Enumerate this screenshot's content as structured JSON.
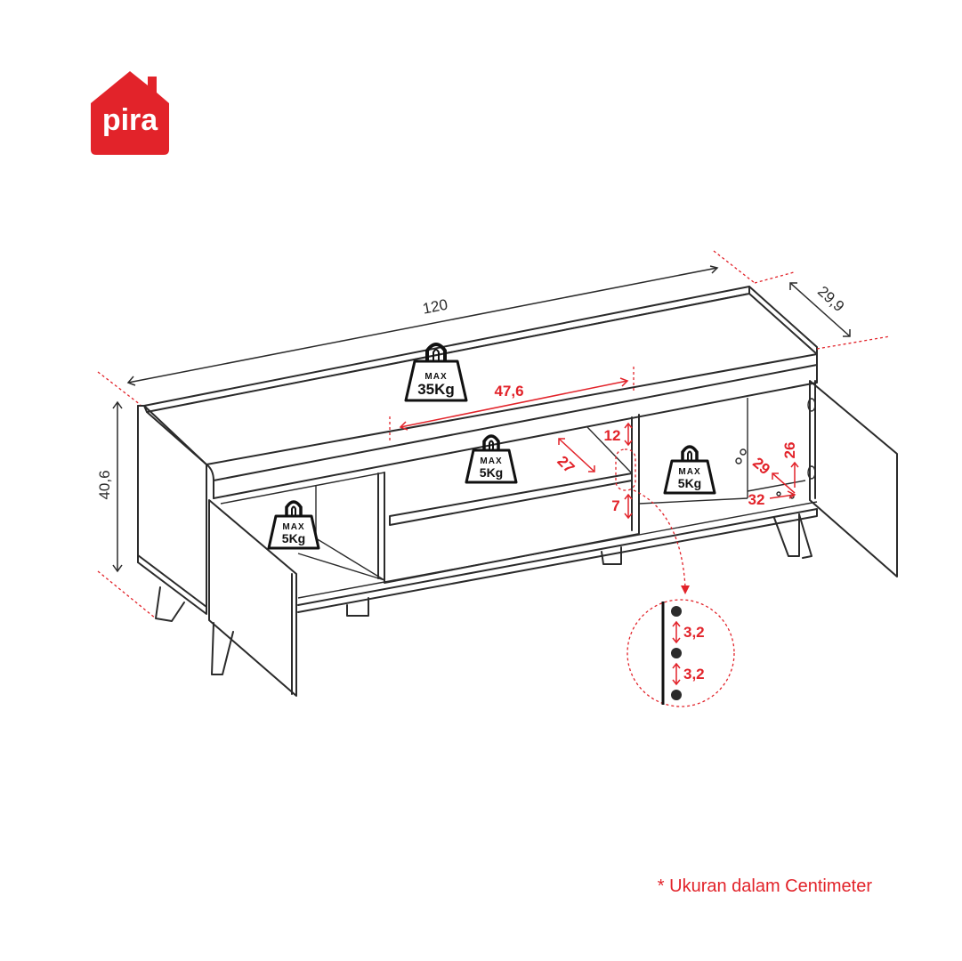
{
  "brand": {
    "name": "pira",
    "color": "#e2232a"
  },
  "dimensions": {
    "width": "120",
    "depth": "29,9",
    "height": "40,6",
    "inner_width": "47,6",
    "shelf_depth": "27",
    "top_gap": "12",
    "bottom_gap": "7",
    "cabinet_height": "26",
    "cabinet_depth": "29",
    "cabinet_width": "32",
    "hole_spacing_1": "3,2",
    "hole_spacing_2": "3,2"
  },
  "weights": {
    "top": {
      "max": "MAX",
      "value": "35Kg"
    },
    "left_cabinet": {
      "max": "MAX",
      "value": "5Kg"
    },
    "center_shelf": {
      "max": "MAX",
      "value": "5Kg"
    },
    "right_cabinet": {
      "max": "MAX",
      "value": "5Kg"
    }
  },
  "footnote": "* Ukuran dalam Centimeter"
}
